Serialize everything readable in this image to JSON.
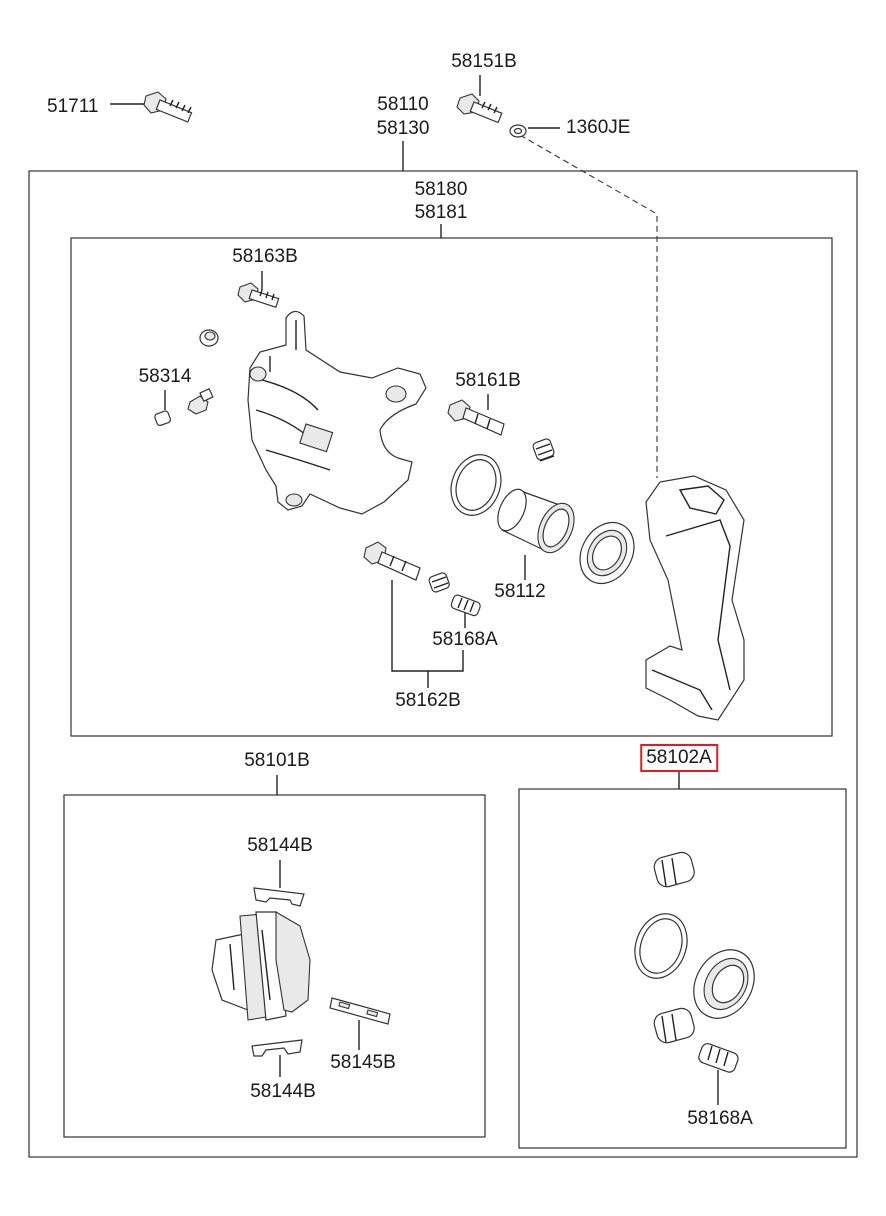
{
  "labels": {
    "p51711": "51711",
    "p58151b": "58151B",
    "p1360je": "1360JE",
    "p58110": "58110",
    "p58130": "58130",
    "p58180": "58180",
    "p58181": "58181",
    "p58163b": "58163B",
    "p58314": "58314",
    "p58161b": "58161B",
    "p58112": "58112",
    "p58168a_top": "58168A",
    "p58162b": "58162B",
    "p58101b": "58101B",
    "p58102a": "58102A",
    "p58144b_top": "58144B",
    "p58145b": "58145B",
    "p58144b_bottom": "58144B",
    "p58168a_kit": "58168A"
  },
  "colors": {
    "line": "#222222",
    "highlight": "#e11b22"
  }
}
